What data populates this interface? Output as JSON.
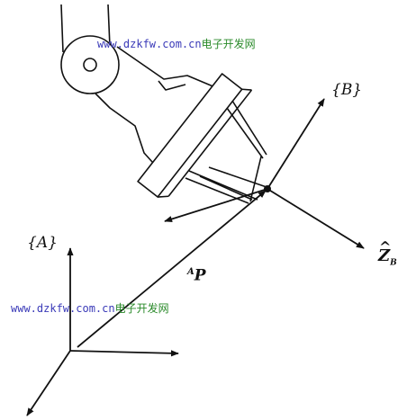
{
  "labels": {
    "frame_a": "{A}",
    "frame_b": "{B}",
    "vector_p": "P",
    "vector_p_sup": "A",
    "zb_main": "Z",
    "zb_sub": "B",
    "zb_hat": "^"
  },
  "watermarks": [
    {
      "url": "www.dzkfw.com.cn",
      "cn": "电子开发网"
    },
    {
      "url": "www.dzkfw.com.cn",
      "cn": "电子开发网"
    }
  ],
  "colors": {
    "ink": "#111111",
    "watermark_url": "#3a3ab8",
    "watermark_cn": "#2a8a2a"
  }
}
